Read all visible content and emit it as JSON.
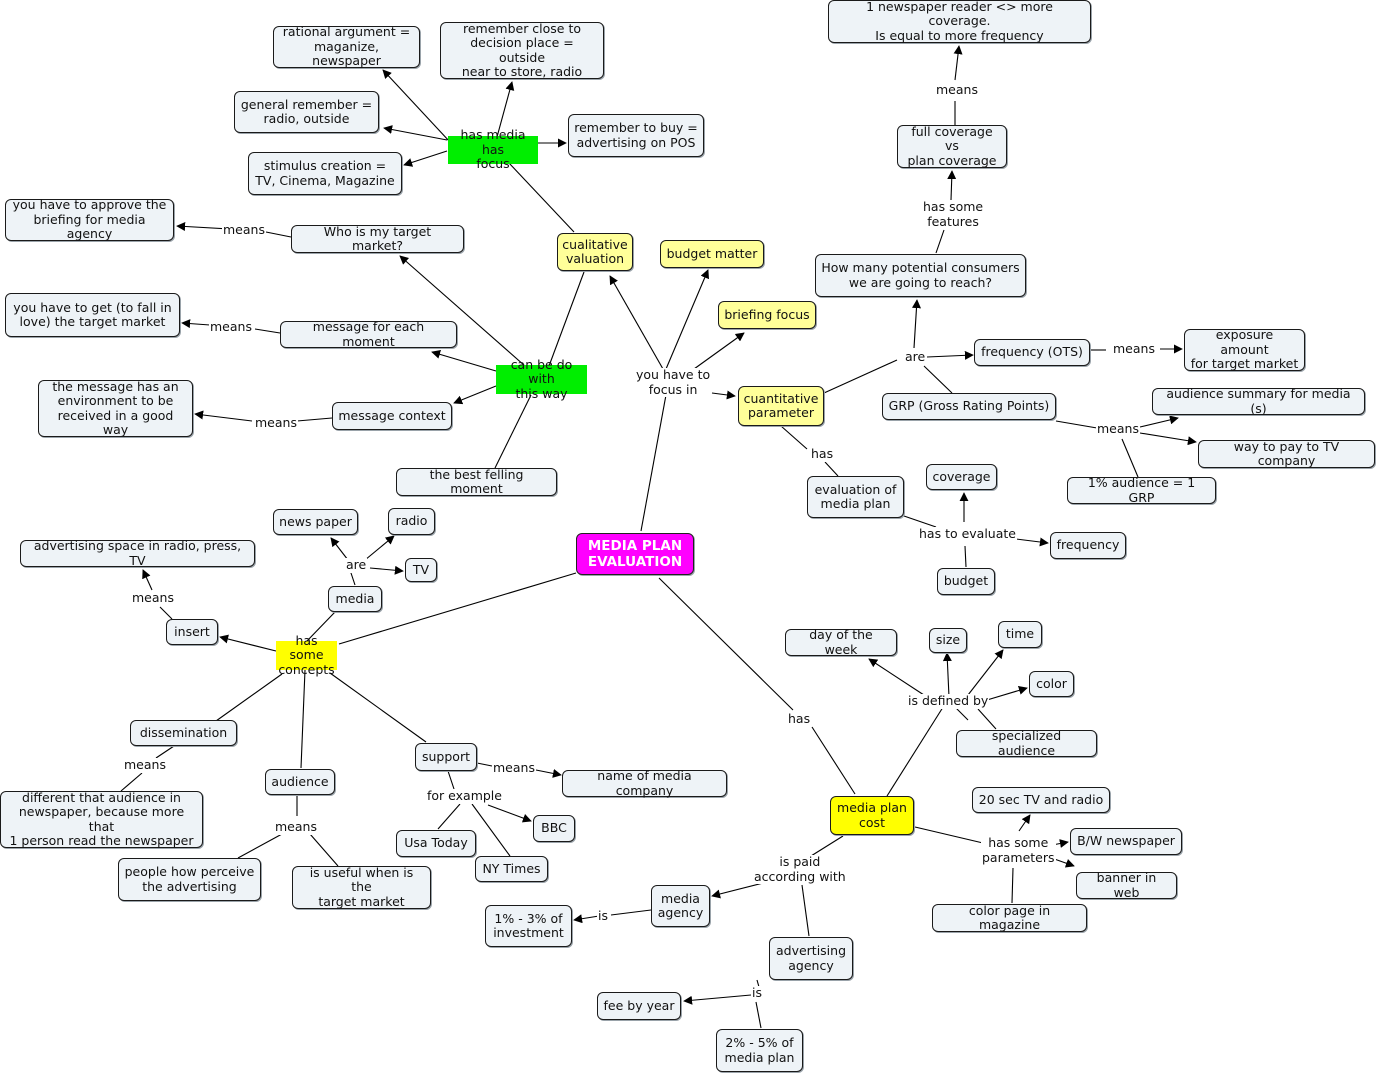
{
  "colors": {
    "root": "#ff00ff",
    "highlight_green": "#00ee00",
    "highlight_yellow": "#ffff00",
    "pale_yellow": "#ffff99",
    "node_fill": "#eef3f7",
    "line": "#000000"
  },
  "nodes": {
    "root": "MEDIA PLAN\nEVALUATION",
    "cualitative_valuation": "cualitative\nvaluation",
    "has_media_has_focus": "has media has\nfocus",
    "rational_argument": "rational argument =\nmaganize, newspaper",
    "remember_close": "remember close to\ndecision place = outside\nnear to store, radio",
    "general_remember": "general remember =\nradio, outside",
    "remember_to_buy": "remember to buy =\nadvertising on POS",
    "stimulus_creation": "stimulus creation =\nTV, Cinema, Magazine",
    "can_be_do": "can be do with\nthis way",
    "who_is_target": "Who is my target market?",
    "approve_briefing": "you have to approve the\nbriefing for media agency",
    "message_each_moment": "message for each moment",
    "fall_in_love": "you have to get (to fall in\nlove) the target market",
    "message_context": "message context",
    "message_environment": "the message has an\nenvironment to be\nreceived in a good way",
    "best_felling_moment": "the best felling moment",
    "budget_matter": "budget matter",
    "briefing_focus": "briefing focus",
    "cuantitative_parameter": "cuantitative\nparameter",
    "how_many_consumers": "How many potential consumers\nwe are going to reach?",
    "full_coverage": "full coverage vs\nplan coverage",
    "newspaper_reader": "1 newspaper reader <> more coverage.\nIs equal to more frequency",
    "frequency_ots": "frequency (OTS)",
    "exposure_amount": "exposure amount\nfor target market",
    "grp": "GRP (Gross Rating Points)",
    "audience_summary": "audience summary for media (s)",
    "way_to_pay": "way to pay to TV company",
    "one_pct_grp": "1% audience = 1 GRP",
    "evaluation_media_plan": "evaluation of\nmedia plan",
    "coverage": "coverage",
    "frequency": "frequency",
    "budget": "budget",
    "has_some_concepts": "has some\nconcepts",
    "media": "media",
    "news_paper": "news paper",
    "radio": "radio",
    "tv": "TV",
    "insert": "insert",
    "advertising_space": "advertising space in radio, press, TV",
    "dissemination": "dissemination",
    "different_audience": "different that audience in\nnewspaper, because more that\n1 person read the newspaper",
    "audience": "audience",
    "people_perceive": "people how perceive\nthe advertising",
    "useful_target": "is useful when is the\ntarget market",
    "support": "support",
    "name_media_company": "name of media company",
    "usa_today": "Usa Today",
    "ny_times": "NY Times",
    "bbc": "BBC",
    "media_plan_cost": "media plan\ncost",
    "day_of_week": "day of the week",
    "size": "size",
    "time": "time",
    "color": "color",
    "specialized_audience": "specialized audience",
    "tv_radio_20": "20 sec TV and radio",
    "bw_newspaper": "B/W newspaper",
    "banner_web": "banner in web",
    "color_page": "color page in magazine",
    "media_agency": "media\nagency",
    "one_three_pct": "1% - 3% of\ninvestment",
    "advertising_agency": "advertising\nagency",
    "fee_by_year": "fee by year",
    "two_five_pct": "2% - 5% of\nmedia plan"
  },
  "labels": {
    "means_approve": "means",
    "means_love": "means",
    "means_context": "means",
    "you_have_to_focus": "you have to\nfocus in",
    "has_some_features": "has some\nfeatures",
    "means_coverage": "means",
    "are_params": "are",
    "means_ots": "means",
    "means_grp": "means",
    "has_eval": "has",
    "has_to_evaluate": "has to evaluate",
    "are_media": "are",
    "means_insert": "means",
    "means_dissemination": "means",
    "means_audience": "means",
    "means_support": "means",
    "for_example": "for example",
    "has_cost": "has",
    "is_defined_by": "is defined by",
    "has_some_parameters": "has some\nparameters",
    "is_paid_according": "is paid\naccording with",
    "is_agency": "is",
    "is_advertising": "is"
  }
}
